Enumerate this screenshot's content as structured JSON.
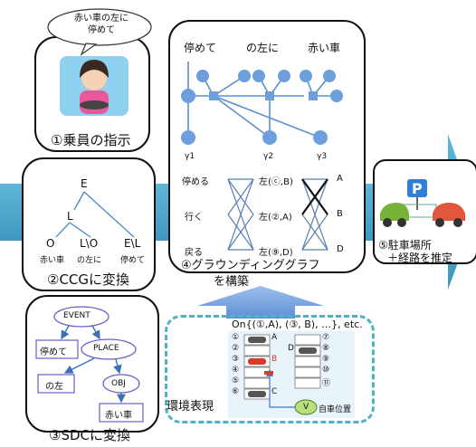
{
  "p1": {
    "bubble": "赤い車の左に\n停めて",
    "caption": "①乗員の指示"
  },
  "p2": {
    "caption": "②CCGに変換",
    "nodes": {
      "root": "E",
      "mid": "L",
      "leaf_o": "O",
      "leaf_lo": "L\\O",
      "leaf_el": "E\\L"
    },
    "words": [
      "赤い車",
      "の左に",
      "停めて"
    ]
  },
  "p3": {
    "caption": "③SDCに変換",
    "event": "EVENT",
    "place": "PLACE",
    "obj": "OBJ",
    "w_event": "停めて",
    "w_place": "の左",
    "w_obj": "赤い車"
  },
  "p4": {
    "words": [
      "停めて",
      "の左に",
      "赤い車"
    ],
    "gammas": [
      "γ1",
      "γ2",
      "γ3"
    ],
    "left_labels": [
      "停める",
      "行く",
      "戻る"
    ],
    "mid_labels": [
      "左(ⓒ,B)",
      "左(②,A)",
      "左(⑨,D)"
    ],
    "right_labels": [
      "A",
      "B",
      "D"
    ],
    "caption_line1": "④グラウンディンググラフ",
    "caption_line2": "を構築"
  },
  "p5": {
    "sign": "P",
    "caption_line1": "⑤駐車場所",
    "caption_line2": "＋経路を推定"
  },
  "env": {
    "title": "On{(①,A), (③, B), …}, etc.",
    "left_nums": [
      "①",
      "②",
      "③",
      "④",
      "⑤",
      "⑥"
    ],
    "right_nums": [
      "⑦",
      "⑧",
      "⑨",
      "⑩",
      "⑪"
    ],
    "slot_labels": [
      "A",
      "B",
      "C",
      "D"
    ],
    "self_label": "V",
    "self_text": "自車位置",
    "caption": "環境表現"
  },
  "colors": {
    "arrow": "#4aa3c8",
    "node": "#6d9fdc",
    "dash": "#4fb3c4",
    "red": "#d93a2b"
  }
}
